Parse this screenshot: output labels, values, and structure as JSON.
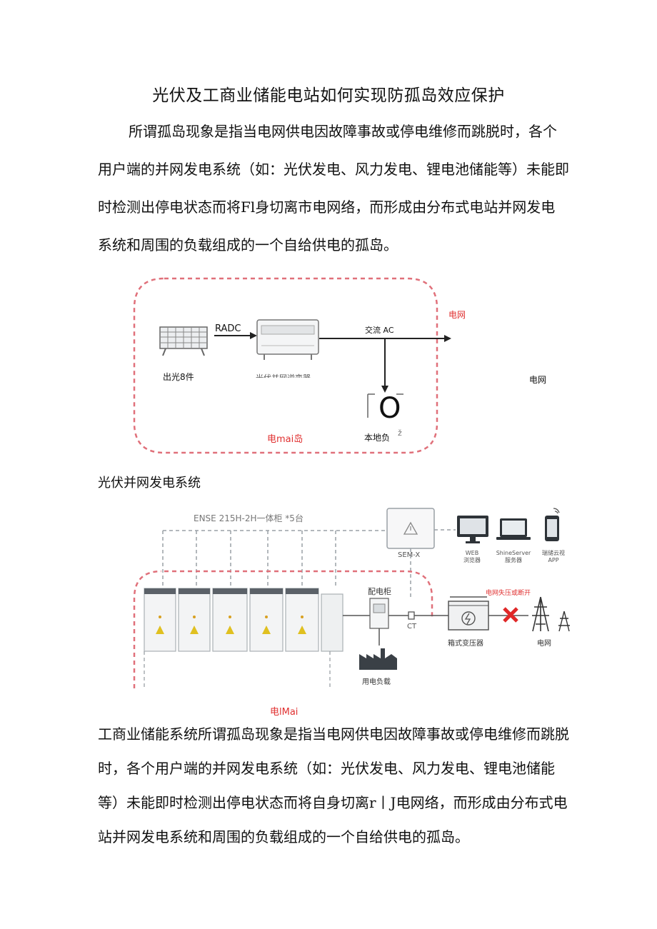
{
  "title": "光伏及工商业储能电站如何实现防孤岛效应保护",
  "paragraph1": "所谓孤岛现象是指当电网供电因故障事故或停电维修而跳脱时，各个用户端的并网发电系统（如：光伏发电、风力发电、锂电池储能等）未能即时检测出停电状态而将Fl身切离市电网络，而形成由分布式电站并网发电系统和周围的负载组成的一个自给供电的孤岛。",
  "diagram1": {
    "dc_label": "RADC",
    "ac_label": "交流 AC",
    "grid_label_red": "电网",
    "grid_label_black": "电网",
    "panel_label": "出光8件",
    "inverter_label": "光伏并网逆变器",
    "load_symbol": "O",
    "load_label": "本地负",
    "load_suffix": "ž",
    "island_label": "电mai岛"
  },
  "caption1": "光伏并网发电系统",
  "diagram2": {
    "top_label": "ENSE 215H-2H一体柜 *5台",
    "semx_label": "SEM-X",
    "web_label_1": "WEB",
    "web_label_2": "浏览器",
    "shine_label_1": "ShineServer",
    "shine_label_2": "服务器",
    "app_label_1": "瑞储云视",
    "app_label_2": "APP",
    "cabinet_label": "配电柜",
    "ct_label": "CT",
    "warning_label": "电网失压或断开",
    "transformer_label": "箱式变压器",
    "grid_label": "电网",
    "load_label": "用电负载",
    "island_label": "电lMai"
  },
  "paragraph2": "工商业储能系统所谓孤岛现象是指当电网供电因故障事故或停电维修而跳脱时，各个用户端的并网发电系统（如：光伏发电、风力发电、锂电池储能等）未能即时检测出停电状态而将自身切离r丨J电网络，而形成由分布式电站并网发电系统和周围的负载组成的一个自给供电的孤岛。",
  "colors": {
    "red_dash": "#e0707a",
    "red_text": "#e03030",
    "line": "#222222",
    "gray": "#9aa0a6"
  }
}
